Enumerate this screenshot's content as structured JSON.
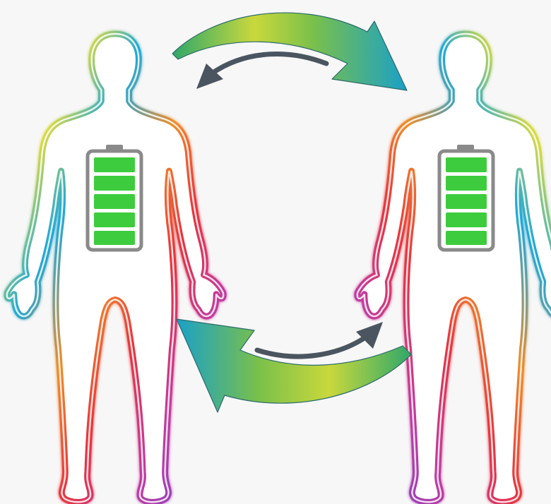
{
  "illustration": {
    "people": [
      {
        "id": "left",
        "battery_level": 1.0,
        "battery_cells": 5
      },
      {
        "id": "right",
        "battery_level": 1.0,
        "battery_cells": 5
      }
    ],
    "arrows": {
      "large": [
        "top-left-to-right",
        "bottom-right-to-left"
      ],
      "small": [
        "top-right-to-left",
        "bottom-left-to-right"
      ]
    },
    "colors": {
      "background": "#f7f7f7",
      "battery_green": "#3dcc3d",
      "battery_frame": "#8a8a8a",
      "small_arrow": "#4a5560",
      "outline_spectrum": [
        "#f0e030",
        "#f08c28",
        "#e8343c",
        "#c23aa0",
        "#6a4bd2",
        "#1fa8d8",
        "#2cc28e",
        "#8fd34a"
      ]
    }
  }
}
